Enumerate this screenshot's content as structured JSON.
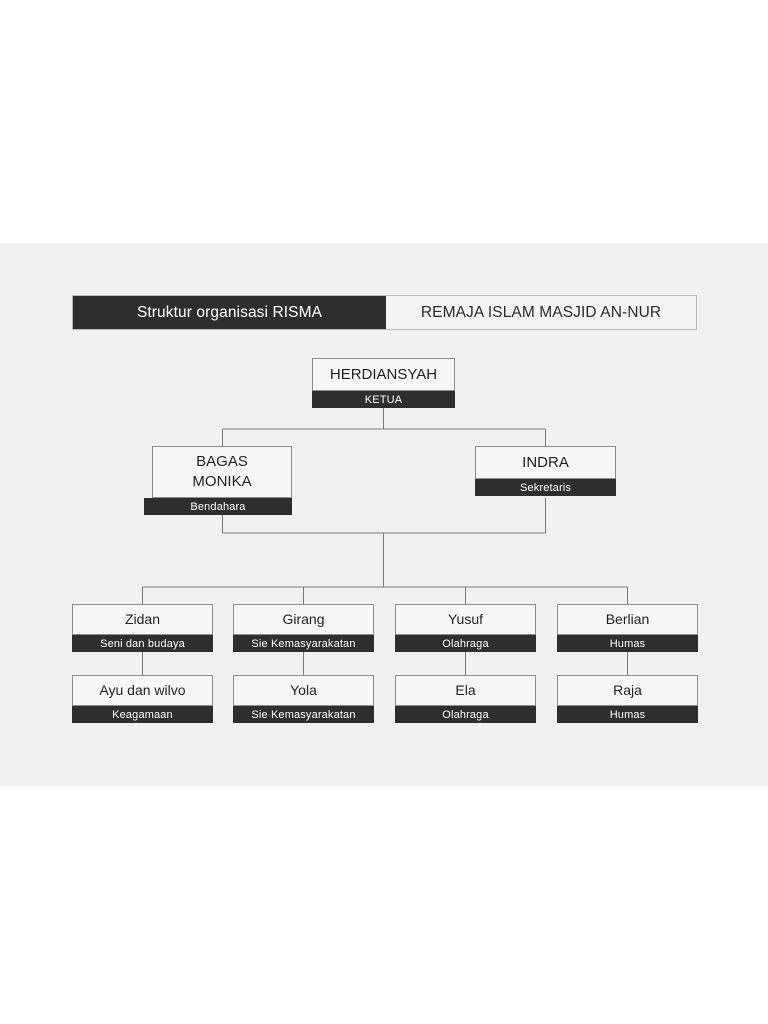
{
  "title_bar": {
    "left_label": "Struktur organisasi RISMA",
    "right_label": "REMAJA ISLAM MASJID AN-NUR"
  },
  "colors": {
    "canvas": "#f1f1f1",
    "dark": "#2e2e2e",
    "box_fill": "#f7f7f7",
    "box_border": "#8d8d8d",
    "line": "#7a7a7a"
  },
  "chart": {
    "type": "org-chart",
    "levels": [
      {
        "level": 1,
        "nodes": [
          {
            "name": "HERDIANSYAH",
            "role": "KETUA"
          }
        ]
      },
      {
        "level": 2,
        "nodes": [
          {
            "name": "BAGAS\nMONIKA",
            "name_line1": "BAGAS",
            "name_line2": "MONIKA",
            "role": "Bendahara"
          },
          {
            "name": "INDRA",
            "role": "Sekretaris"
          }
        ]
      },
      {
        "level": 3,
        "nodes": [
          {
            "name": "Zidan",
            "role": "Seni dan budaya"
          },
          {
            "name": "Girang",
            "role": "Sie Kemasyarakatan"
          },
          {
            "name": "Yusuf",
            "role": "Olahraga"
          },
          {
            "name": "Berlian",
            "role": "Humas"
          }
        ]
      },
      {
        "level": 4,
        "nodes": [
          {
            "name": "Ayu dan wilvo",
            "role": "Keagamaan"
          },
          {
            "name": "Yola",
            "role": "Sie Kemasyarakatan"
          },
          {
            "name": "Ela",
            "role": "Olahraga"
          },
          {
            "name": "Raja",
            "role": "Humas"
          }
        ]
      }
    ]
  }
}
